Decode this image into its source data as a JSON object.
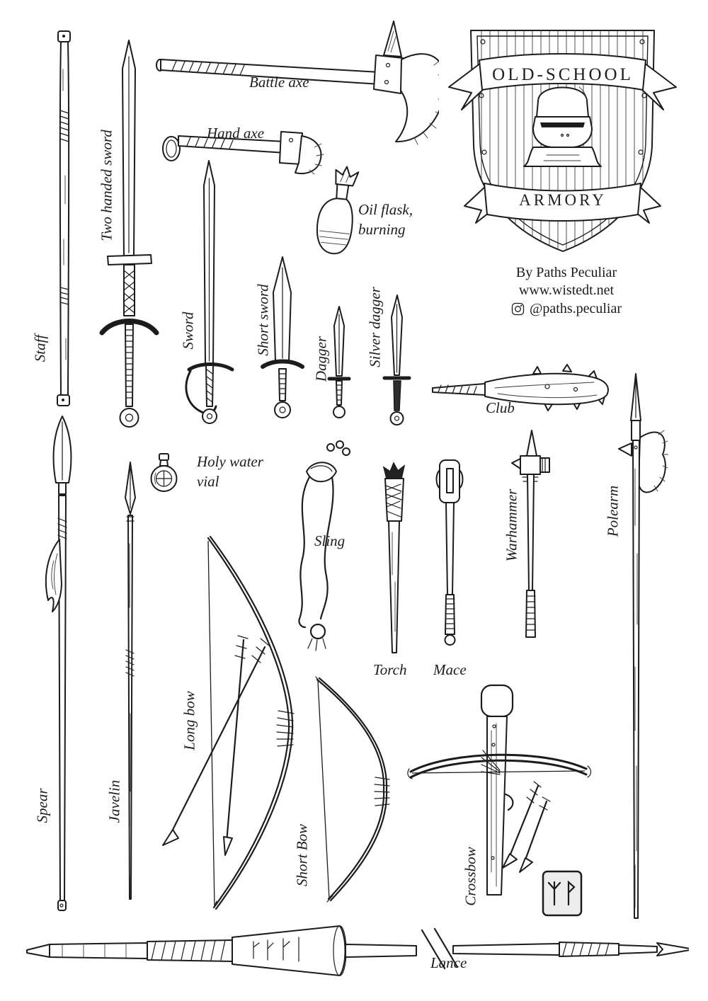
{
  "colors": {
    "ink": "#1c1c1c",
    "paper": "#ffffff"
  },
  "emblem": {
    "banner_top": "OLD-SCHOOL",
    "banner_bottom": "ARMORY"
  },
  "credits": {
    "by": "By Paths Peculiar",
    "website": "www.wistedt.net",
    "instagram_handle": "@paths.peculiar",
    "instagram_icon": "instagram-icon"
  },
  "weapons": {
    "staff": "Staff",
    "two_handed_sword": "Two handed sword",
    "battle_axe": "Battle axe",
    "hand_axe": "Hand axe",
    "sword": "Sword",
    "short_sword": "Short sword",
    "dagger": "Dagger",
    "silver_dagger": "Silver dagger",
    "oil_flask_line1": "Oil flask,",
    "oil_flask_line2": "burning",
    "club": "Club",
    "holy_water_line1": "Holy water",
    "holy_water_line2": "vial",
    "sling": "Sling",
    "torch": "Torch",
    "mace": "Mace",
    "warhammer": "Warhammer",
    "polearm": "Polearm",
    "spear": "Spear",
    "javelin": "Javelin",
    "long_bow": "Long bow",
    "short_bow": "Short Bow",
    "crossbow": "Crossbow",
    "lance": "Lance"
  }
}
